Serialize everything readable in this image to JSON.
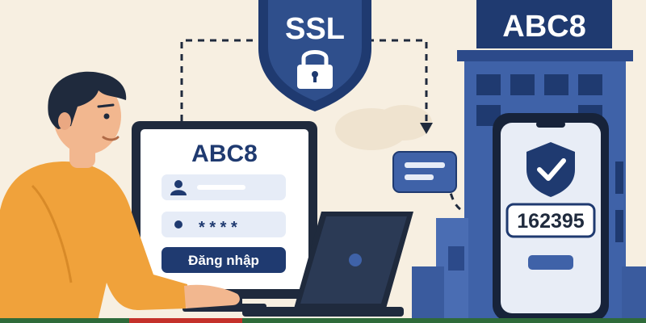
{
  "ssl_shield": {
    "label": "SSL",
    "icon": "padlock-icon"
  },
  "building": {
    "sign_label": "ABC8"
  },
  "login_screen": {
    "brand": "ABC8",
    "username_icon": "user-icon",
    "password_icon": "dot-icon",
    "password_mask": "* * * *",
    "login_button_label": "Đăng nhập"
  },
  "phone": {
    "shield_icon": "check-shield-icon",
    "otp_code": "162395"
  },
  "message_bubble_icon": "chat-bubble-icon",
  "colors": {
    "background": "#f7efe1",
    "navy": "#1f3a70",
    "blue": "#3f62a8",
    "light_blue": "#e6ecf7",
    "orange": "#f0a23b",
    "skin": "#f2b78f"
  }
}
